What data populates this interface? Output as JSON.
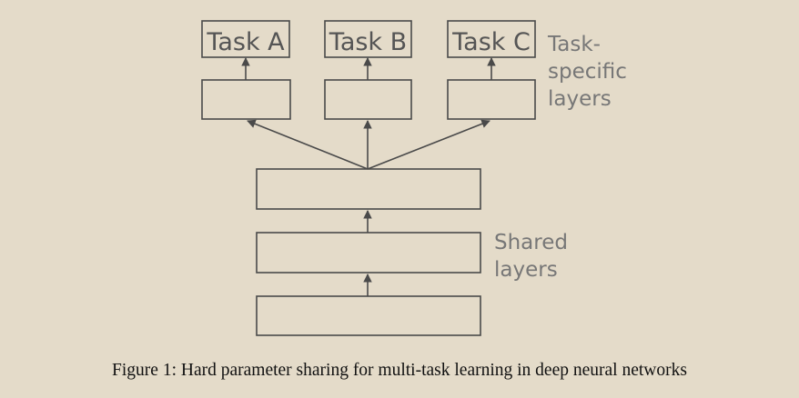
{
  "diagram": {
    "tasks": [
      {
        "label": "Task A"
      },
      {
        "label": "Task B"
      },
      {
        "label": "Task C"
      }
    ],
    "task_specific_label": [
      "Task-",
      "specific",
      "layers"
    ],
    "shared_label": [
      "Shared",
      "layers"
    ],
    "colors": {
      "background": "#e4dbc9",
      "stroke": "#4a4a4a",
      "task_text": "#555555",
      "side_text": "#777777"
    }
  },
  "caption": "Figure 1: Hard parameter sharing for multi-task learning in deep neural networks"
}
